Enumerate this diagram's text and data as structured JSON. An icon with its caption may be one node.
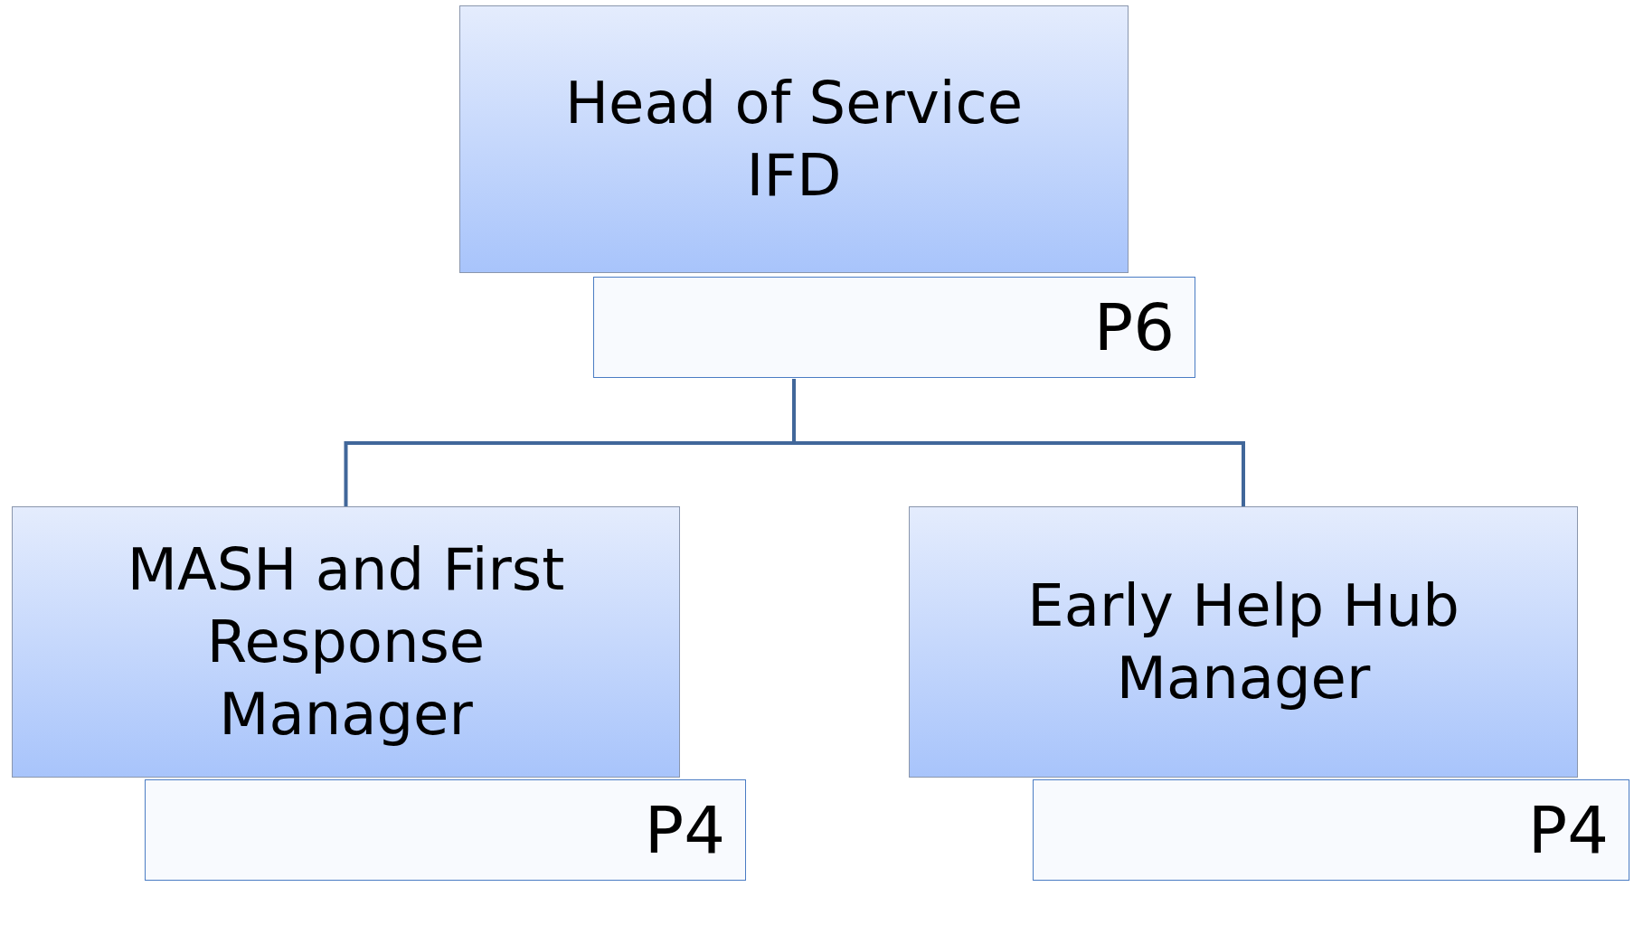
{
  "diagram": {
    "nodes": [
      {
        "text": [
          "Head of Service IFD"
        ]
      },
      {
        "text": [
          "P6"
        ]
      },
      {
        "text": [
          "MASH and First Response Manager"
        ]
      },
      {
        "text": [
          "P4"
        ]
      },
      {
        "text": [
          "Early Help Hub Manager"
        ]
      },
      {
        "text": [
          "P4"
        ]
      }
    ],
    "edges": [
      {
        "from": 1,
        "to": 2,
        "arrow": "none"
      },
      {
        "from": 1,
        "to": 4,
        "arrow": "none"
      }
    ]
  }
}
